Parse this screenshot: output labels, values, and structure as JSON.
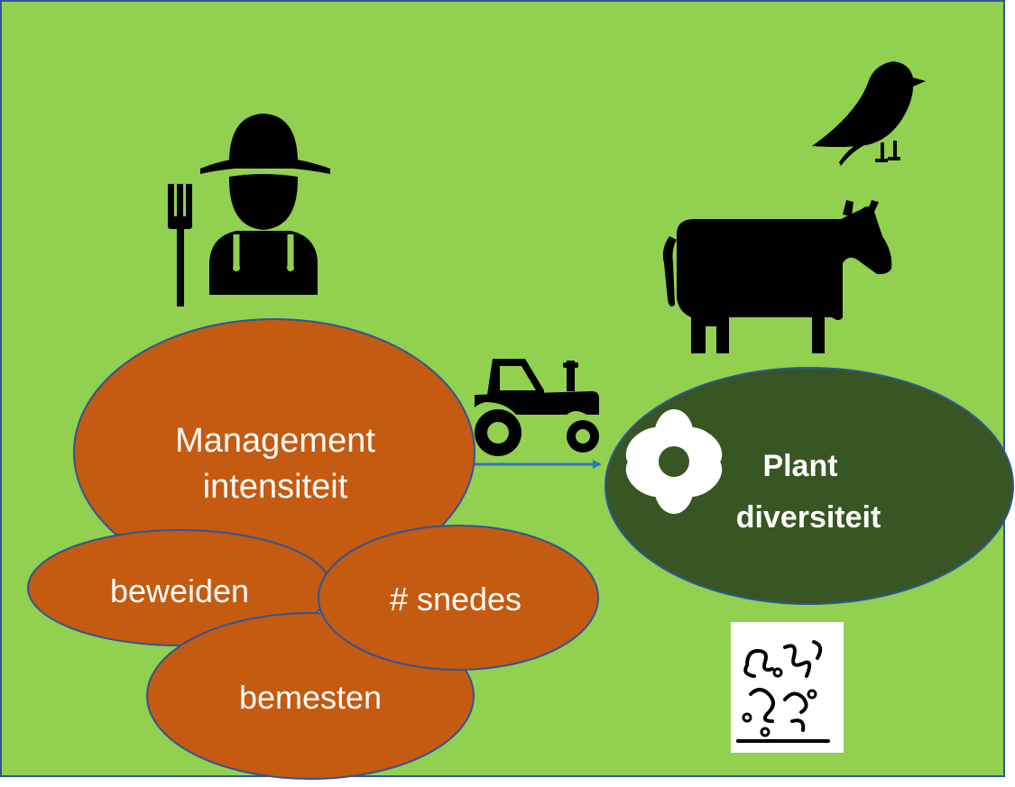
{
  "colors": {
    "background": "#92D050",
    "border": "#2F5597",
    "ellipse_fill": "#C55A11",
    "ellipse_stroke": "#2F5597",
    "plant_fill": "#375623",
    "icon": "#000000",
    "text_light": "#FFFFFF",
    "arrow": "#2E75B6"
  },
  "nodes": {
    "management": {
      "line1": "Management",
      "line2": "intensiteit"
    },
    "beweiden": {
      "label": "beweiden"
    },
    "snedes": {
      "label": "# snedes"
    },
    "bemesten": {
      "label": "bemesten"
    },
    "plant": {
      "line1": "Plant",
      "line2": "diversiteit"
    }
  },
  "icons": [
    "farmer-icon",
    "pitchfork-icon",
    "tractor-icon",
    "bird-icon",
    "cow-icon",
    "flower-icon",
    "soil-organisms-icon"
  ],
  "edges": [
    {
      "from": "management",
      "to": "plant",
      "type": "arrow"
    }
  ]
}
